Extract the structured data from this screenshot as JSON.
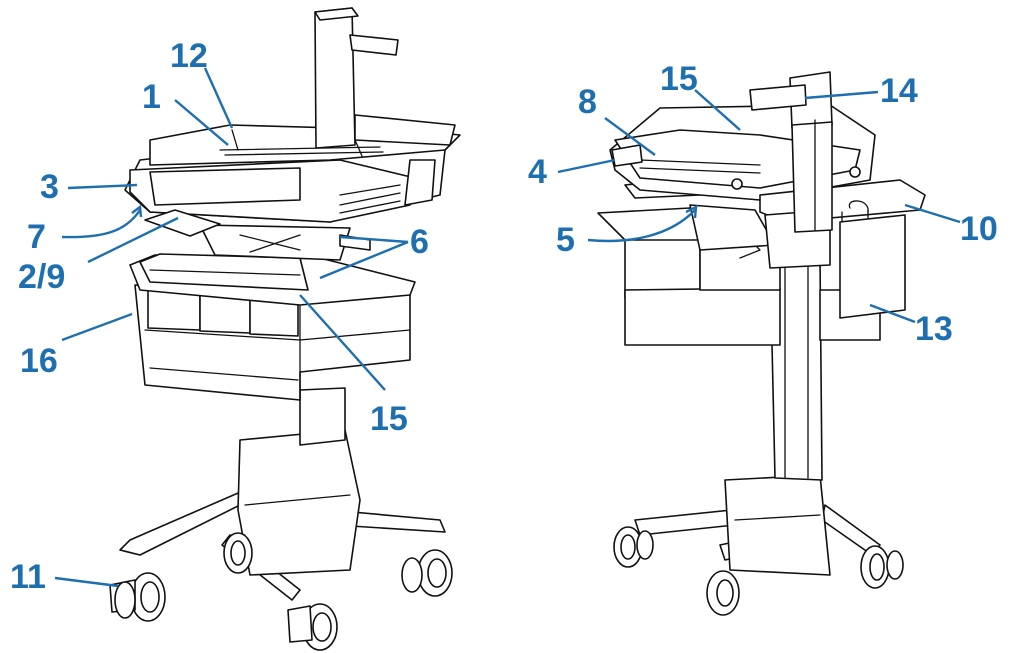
{
  "diagram": {
    "left_callouts": [
      "1",
      "12",
      "3",
      "7",
      "2/9",
      "6",
      "16",
      "15",
      "11"
    ],
    "right_callouts": [
      "15",
      "14",
      "8",
      "4",
      "5",
      "10",
      "13"
    ],
    "colors": {
      "callout": "#1e6fb0",
      "outline": "#111111",
      "background": "#ffffff"
    }
  }
}
